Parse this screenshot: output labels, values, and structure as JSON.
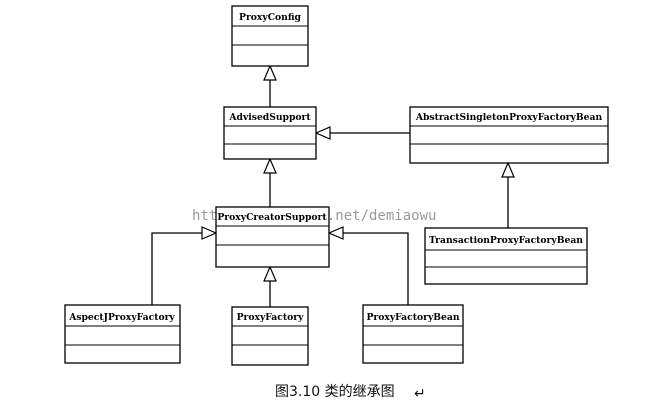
{
  "classes": {
    "proxy_config": "ProxyConfig",
    "advised_support": "AdvisedSupport",
    "abstract_singleton": "AbstractSingletonProxyFactoryBean",
    "proxy_creator_support": "ProxyCreatorSupport",
    "transaction_factory_bean": "TransactionProxyFactoryBean",
    "aspectj_factory": "AspectJProxyFactory",
    "proxy_factory": "ProxyFactory",
    "proxy_factory_bean": "ProxyFactoryBean"
  },
  "watermark": "http://blog.csdn.net/demiaowu",
  "caption": "图3.10 类的继承图"
}
